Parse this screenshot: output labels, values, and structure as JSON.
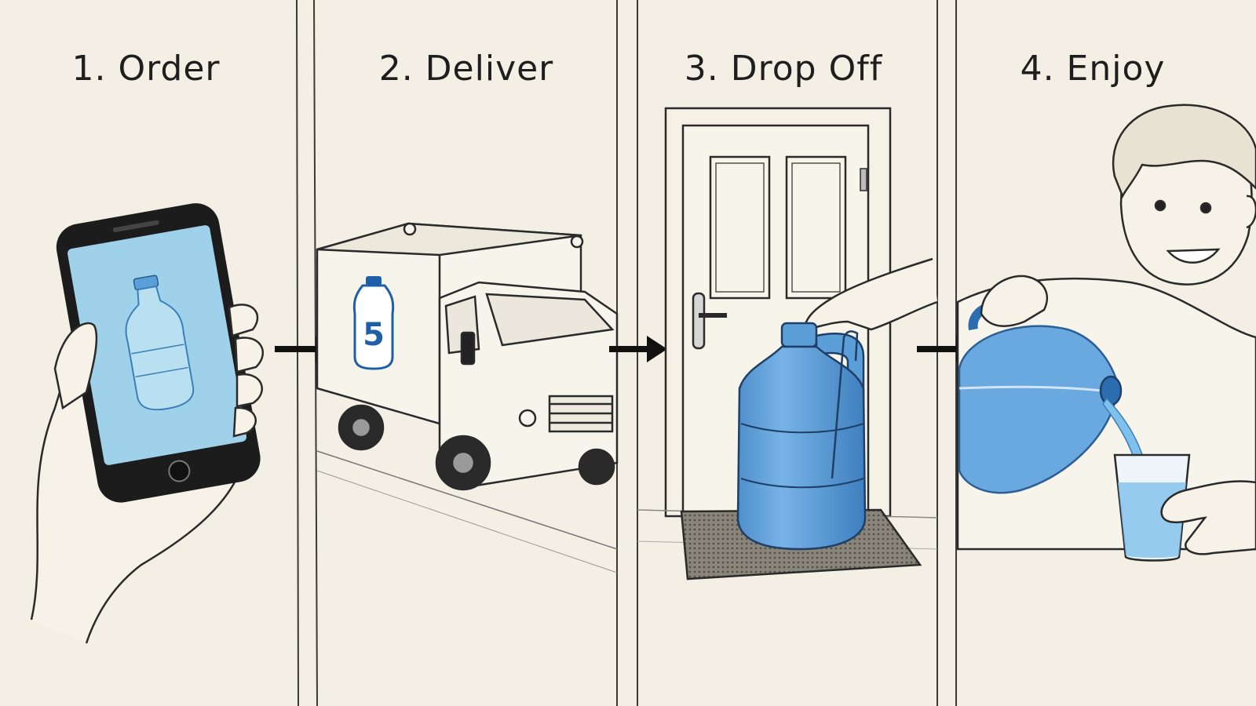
{
  "steps": [
    {
      "label": "1. Order"
    },
    {
      "label": "2. Deliver"
    },
    {
      "label": "3. Drop Off"
    },
    {
      "label": "4. Enjoy"
    }
  ],
  "truck": {
    "bottle_number": "5"
  },
  "colors": {
    "paper": "#f3efe4",
    "ink": "#1e1e1e",
    "water_blue": "#5a9fd8",
    "screen_blue": "#9fd2ea",
    "door_mat": "#6e6a62"
  },
  "icons": [
    "phone-icon",
    "bottle-icon",
    "truck-icon",
    "door-icon",
    "water-jug-icon",
    "glass-icon",
    "arrow-right-icon"
  ]
}
